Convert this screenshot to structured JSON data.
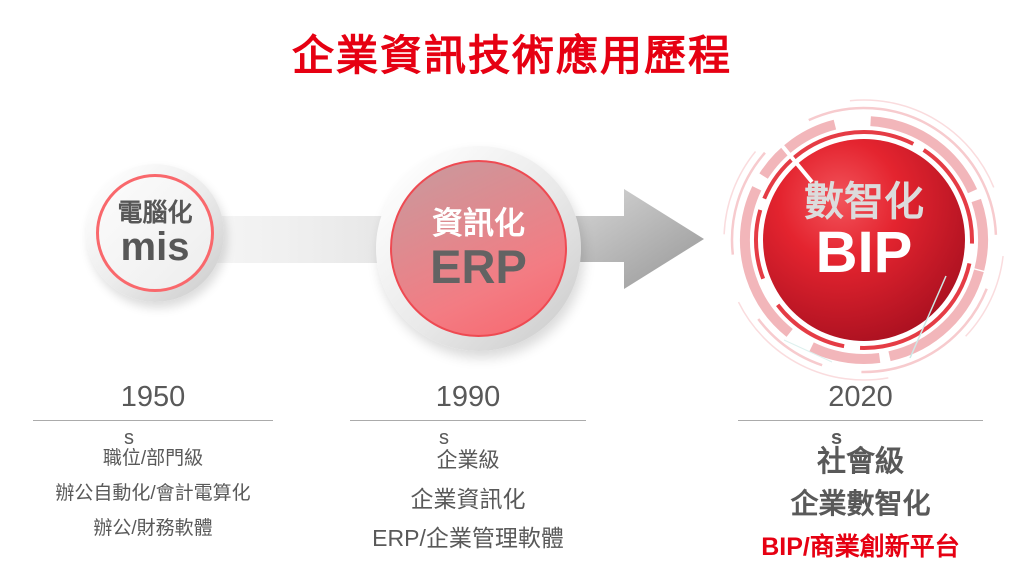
{
  "title": {
    "text": "企業資訊技術應用歷程"
  },
  "stages": [
    {
      "name": "電腦化",
      "abbr": "mis",
      "year": "1950",
      "year_suffix": "s",
      "items": [
        "職位/部門級",
        "辦公自動化/會計電算化",
        "辦公/財務軟體"
      ]
    },
    {
      "name": "資訊化",
      "abbr": "ERP",
      "year": "1990",
      "year_suffix": "s",
      "items": [
        "企業級",
        "企業資訊化",
        "ERP/企業管理軟體"
      ]
    },
    {
      "name": "數智化",
      "abbr": "BIP",
      "year": "2020",
      "year_suffix": "s",
      "items": [
        "社會級",
        "企業數智化",
        "BIP/商業創新平台"
      ]
    }
  ],
  "colors": {
    "title_red": "#e60012",
    "highlight_red": "#e60012",
    "stage3_circle_red": "#e31e2c",
    "stage3_ring_pink": "#f2b6ba",
    "stage2_pink": "#f8666e",
    "accent_ring_pink": "#f9686c",
    "gray_text": "#595959",
    "arrow_gray": "#9c9c9c"
  }
}
